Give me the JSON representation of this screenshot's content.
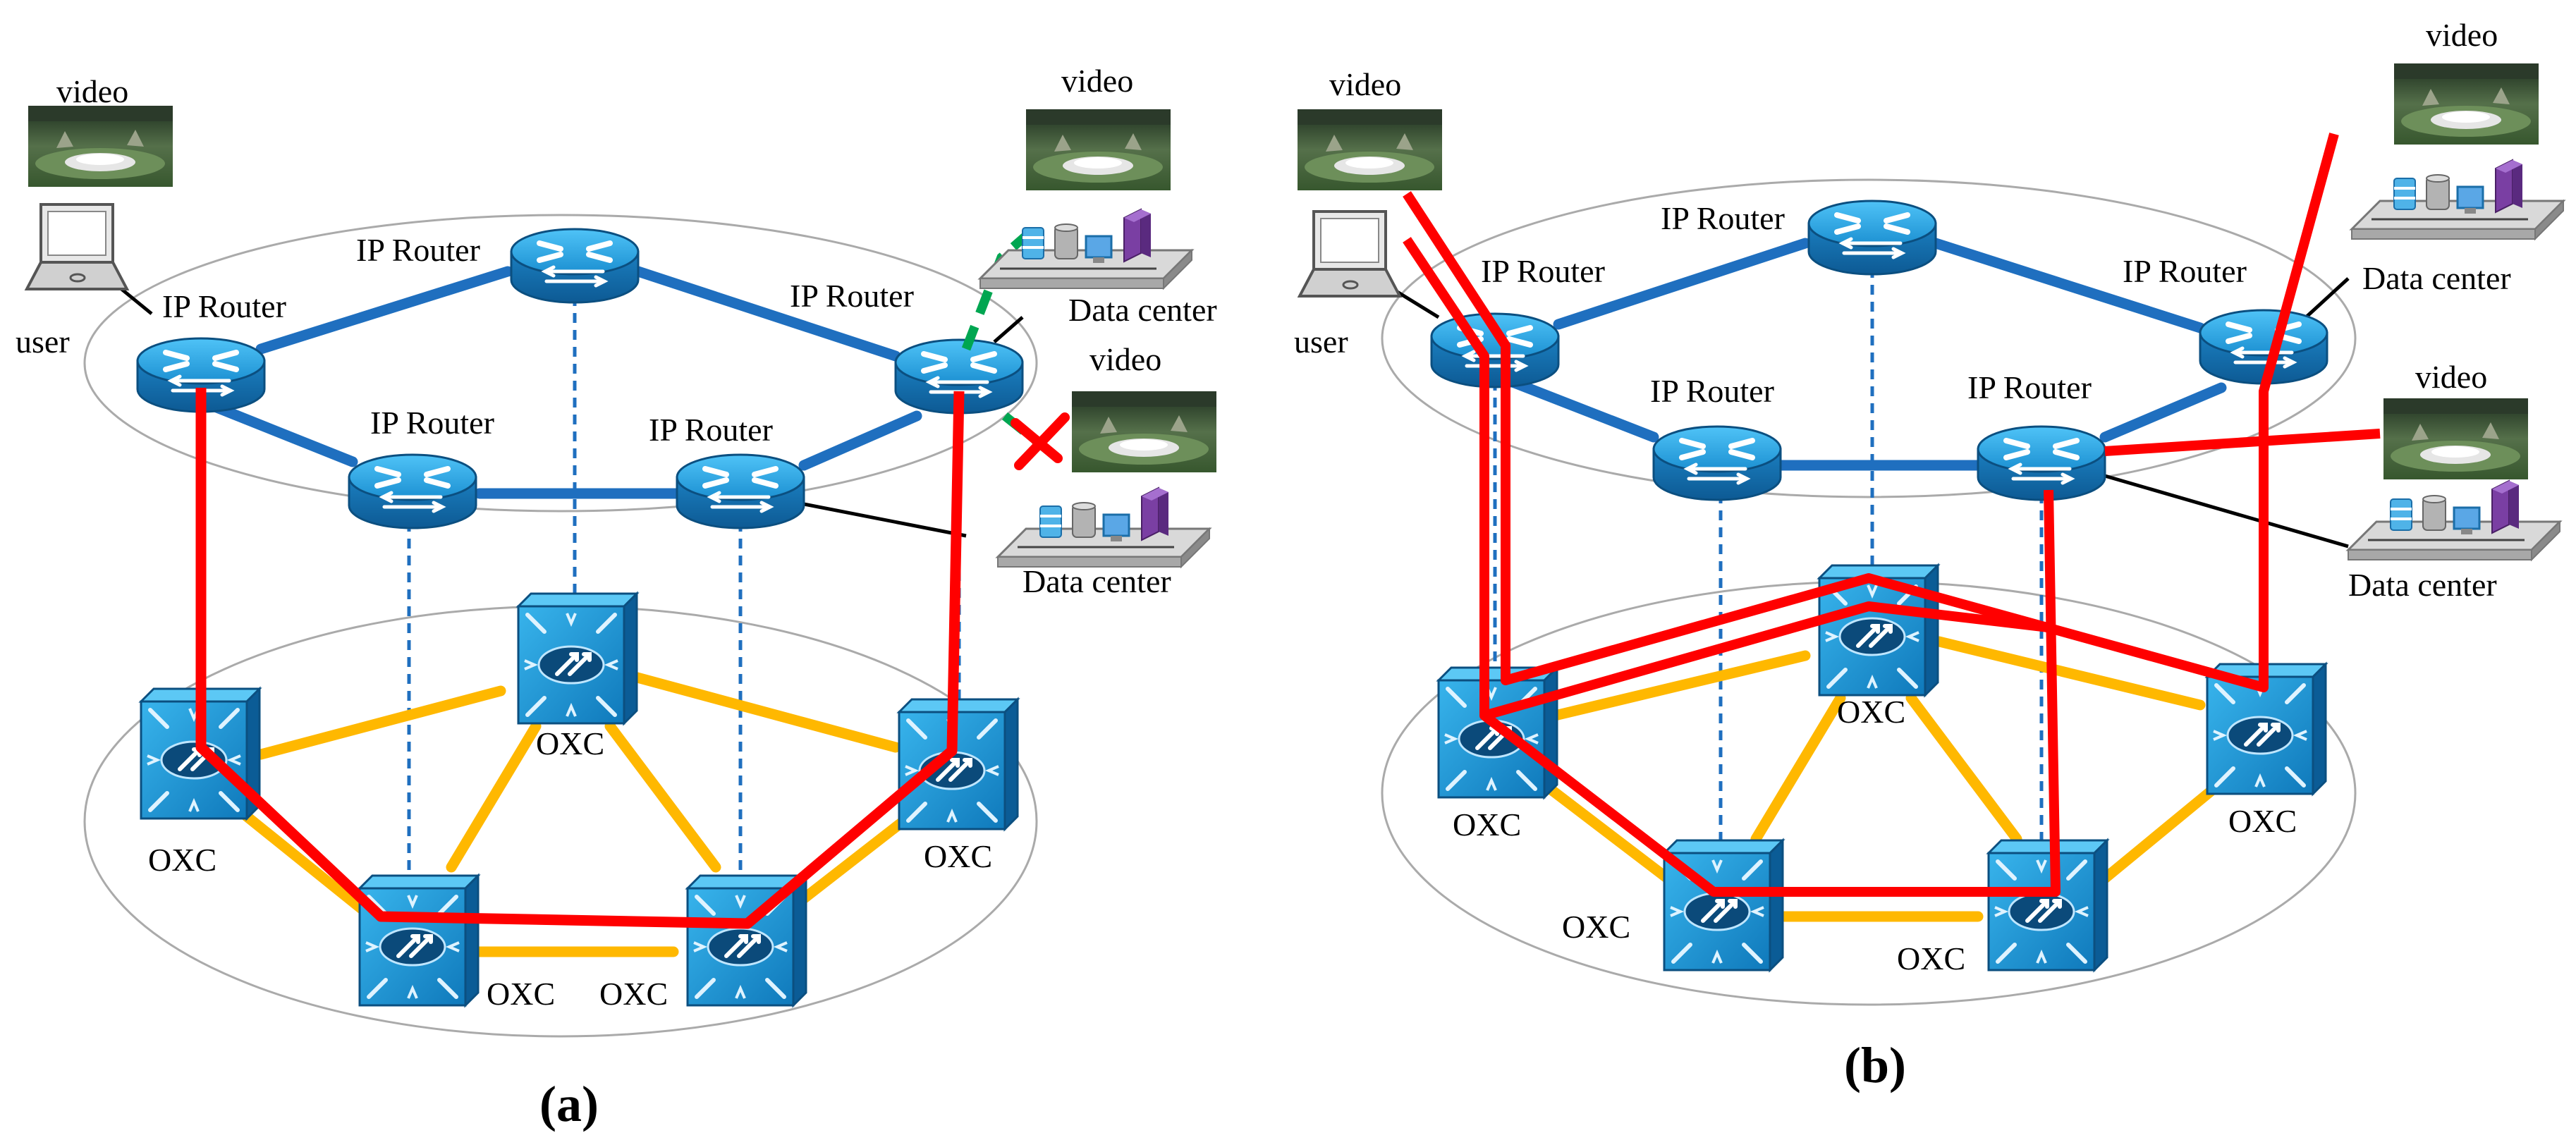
{
  "labels": {
    "ip_router": "IP Router",
    "oxc": "OXC",
    "video": "video",
    "user": "user",
    "data_center": "Data center"
  },
  "panels": {
    "a": {
      "label": "(a)"
    },
    "b": {
      "label": "(b)"
    }
  },
  "colors": {
    "ip_link": "#1f6fbf",
    "optical_link": "#ffb800",
    "lightpath": "#ff0000",
    "failed_path": "#00a651",
    "failure_mark": "#ff0000",
    "device_blue": "#1b8fd1",
    "ring_outline": "#999999",
    "access_link": "#000000"
  },
  "icons": {
    "router": "router-icon",
    "oxc": "oxc-switch-icon",
    "laptop": "laptop-icon",
    "video": "video-thumbnail-icon",
    "data_center": "data-center-icon",
    "failure": "failure-cross-icon"
  }
}
